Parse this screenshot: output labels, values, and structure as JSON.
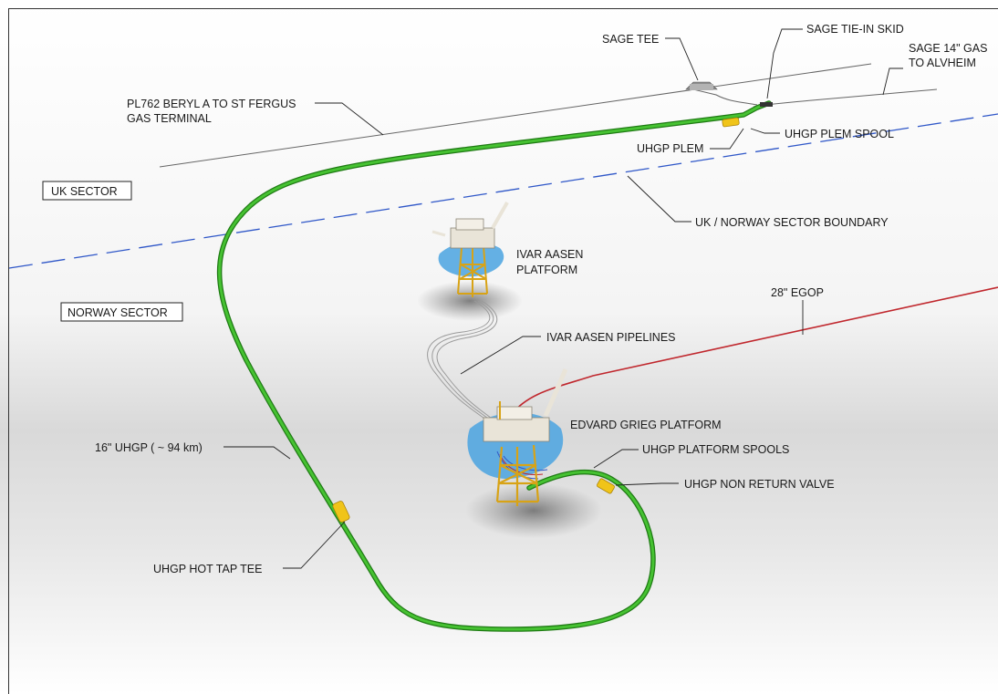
{
  "labels": {
    "sage_tee": "SAGE TEE",
    "sage_tie_in_skid": "SAGE TIE-IN SKID",
    "sage_gas_line1": "SAGE 14\" GAS",
    "sage_gas_line2": "TO ALVHEIM",
    "pl762_line1": "PL762 BERYL A TO ST FERGUS",
    "pl762_line2": "GAS TERMINAL",
    "uhgp_plem_spool": "UHGP PLEM SPOOL",
    "uhgp_plem": "UHGP PLEM",
    "uk_sector": "UK SECTOR",
    "boundary": "UK / NORWAY SECTOR BOUNDARY",
    "ivar_aasen_line1": "IVAR AASEN",
    "ivar_aasen_line2": "PLATFORM",
    "egop": "28\" EGOP",
    "norway_sector": "NORWAY SECTOR",
    "ivar_aasen_pipelines": "IVAR AASEN PIPELINES",
    "edvard_grieg": "EDVARD GRIEG PLATFORM",
    "uhgp": "16\" UHGP  ( ~ 94 km)",
    "uhgp_platform_spools": "UHGP PLATFORM SPOOLS",
    "uhgp_nrv": "UHGP NON RETURN VALVE",
    "uhgp_hot_tap_tee": "UHGP HOT TAP TEE"
  },
  "colors": {
    "uhgp_pipeline": "#3fb82a",
    "uhgp_pipeline_dark": "#1f7a14",
    "egop_pipeline": "#c0272d",
    "boundary": "#2f57c8",
    "existing_pipeline": "#555555",
    "platform_water": "#4aa3e0",
    "jacket": "#d8a316",
    "equipment": "#f0c419"
  }
}
